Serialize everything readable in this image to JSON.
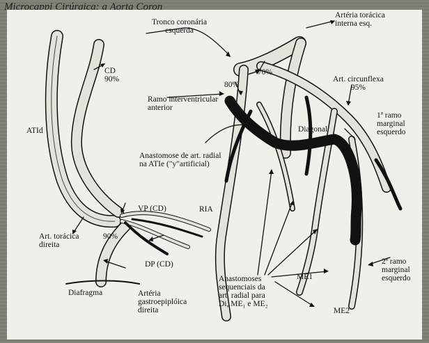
{
  "background_text": "Microcappi Cirúrgica: a Aorta Coron",
  "labels": {
    "cd_90": "CD\n90%",
    "atid": "ATId",
    "tronco": "Tronco coronária\nesquerda",
    "art_toracica_esq": "Artéria torácica\ninterna esq.",
    "pct70": "70%",
    "pct80": "80%",
    "art_circunflexa": "Art. circunflexa\n95%",
    "ramo_interventricular": "Ramo interventricular\nanterior",
    "diagonal": "Diagonal",
    "ramo1": "1ª ramo\nmarginal\nesquerdo",
    "anastomose": "Anastomose de art. radial\nna ATIe (\"y\"artificial)",
    "vp": "VP (CD)",
    "ria": "RIA",
    "art_toracica_dir": "Art. torácica\ndireita",
    "pct90": "90%",
    "dp": "DP (CD)",
    "diafragma": "Diafragma",
    "gastro": "Artéria\ngastroepiplóica\ndireita",
    "anastomoses_seq": "Anastomoses\nsequenciais da\nart. radial para\nDi, ME₁ e ME₂",
    "me1": "ME1",
    "me2": "ME2",
    "ramo2": "2ª ramo\nmarginal\nesquerdo"
  },
  "colors": {
    "ink": "#111111",
    "vessel_fill": "#e4e2da",
    "graft": "#111111",
    "panel": "#f0efe9"
  }
}
